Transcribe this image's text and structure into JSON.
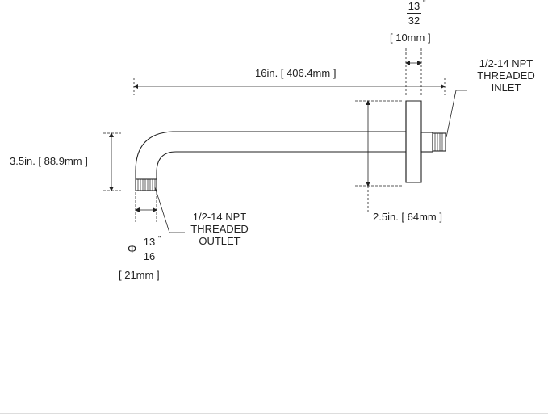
{
  "dimensions": {
    "top_flange_thickness": {
      "numerator": "13",
      "denominator": "32",
      "unit_mark": "\"",
      "metric": "[ 10mm ]"
    },
    "overall_length": "16in. [ 406.4mm ]",
    "drop_height": "3.5in. [ 88.9mm ]",
    "flange_diameter": "2.5in. [ 64mm ]",
    "outlet_diameter": {
      "symbol": "Φ",
      "numerator": "13",
      "denominator": "16",
      "unit_mark": "\"",
      "metric": "[ 21mm ]"
    }
  },
  "callouts": {
    "inlet": [
      "1/2-14 NPT",
      "THREADED",
      "INLET"
    ],
    "outlet": [
      "1/2-14 NPT",
      "THREADED",
      "OUTLET"
    ]
  },
  "colors": {
    "line": "#222222",
    "background": "#ffffff"
  }
}
